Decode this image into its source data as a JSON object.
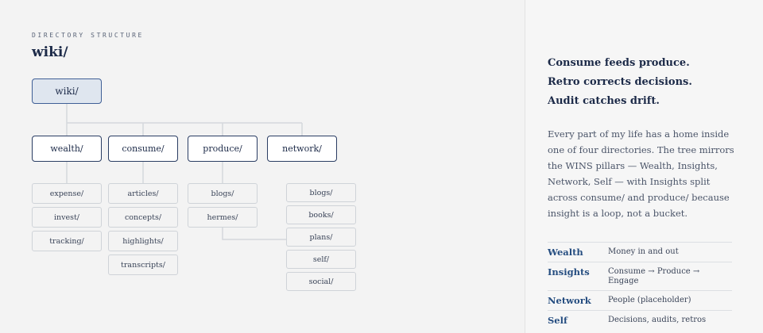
{
  "header": {
    "eyebrow": "DIRECTORY STRUCTURE",
    "title": "wiki/"
  },
  "tree": {
    "root": "wiki/",
    "directories": [
      {
        "name": "wealth/",
        "children": [
          "expense/",
          "invest/",
          "tracking/"
        ]
      },
      {
        "name": "consume/",
        "children": [
          "articles/",
          "concepts/",
          "highlights/",
          "transcripts/"
        ]
      },
      {
        "name": "produce/",
        "children": [
          "blogs/",
          "hermes/"
        ]
      },
      {
        "name": "network/",
        "children": []
      }
    ],
    "produce_branch": [
      "blogs/",
      "books/",
      "plans/",
      "self/",
      "social/"
    ]
  },
  "sidebar": {
    "tagline": [
      "Consume feeds produce.",
      "Retro corrects decisions.",
      "Audit catches drift."
    ],
    "description": "Every part of my life has a home inside one of four directories. The tree mirrors the WINS pillars — Wealth, Insights, Network, Self — with Insights split across consume/ and produce/ because insight is a loop, not a bucket.",
    "pillars": [
      {
        "name": "Wealth",
        "desc": "Money in and out"
      },
      {
        "name": "Insights",
        "desc": "Consume → Produce → Engage"
      },
      {
        "name": "Network",
        "desc": "People (placeholder)"
      },
      {
        "name": "Self",
        "desc": "Decisions, audits, retros"
      }
    ]
  },
  "colors": {
    "root_fill": "#dfe6ef",
    "border_dark": "#2a3d63",
    "leaf_border": "#cfd3d8",
    "connector": "#d5d8dc",
    "accent": "#254d80"
  }
}
